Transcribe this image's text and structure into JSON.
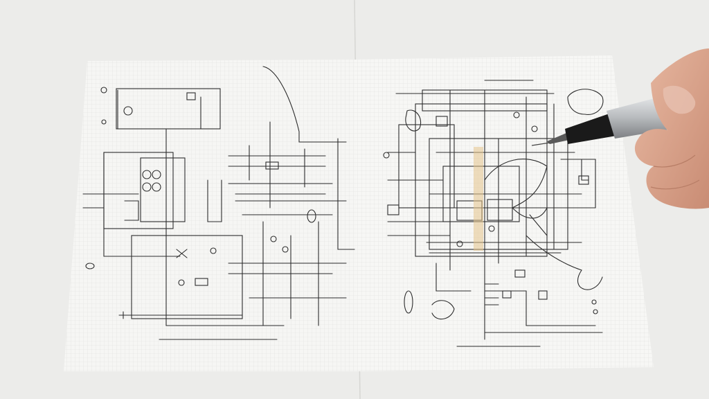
{
  "scene": {
    "subject": "hand-drawn-circuit-sketch",
    "colors": {
      "background": "#ececea",
      "paper": "#f6f6f4",
      "grid": "#dcdcda",
      "ink": "#2b2b2b",
      "pen_body": "#b9bcbf",
      "pen_grip": "#1a1a1a",
      "skin": "#d8a48c",
      "highlight": "#e6c48a"
    },
    "elements": [
      {
        "name": "left-sheet",
        "kind": "graph-paper"
      },
      {
        "name": "right-sheet",
        "kind": "graph-paper"
      },
      {
        "name": "pen",
        "kind": "fineliner"
      },
      {
        "name": "hand",
        "kind": "hand"
      }
    ]
  }
}
